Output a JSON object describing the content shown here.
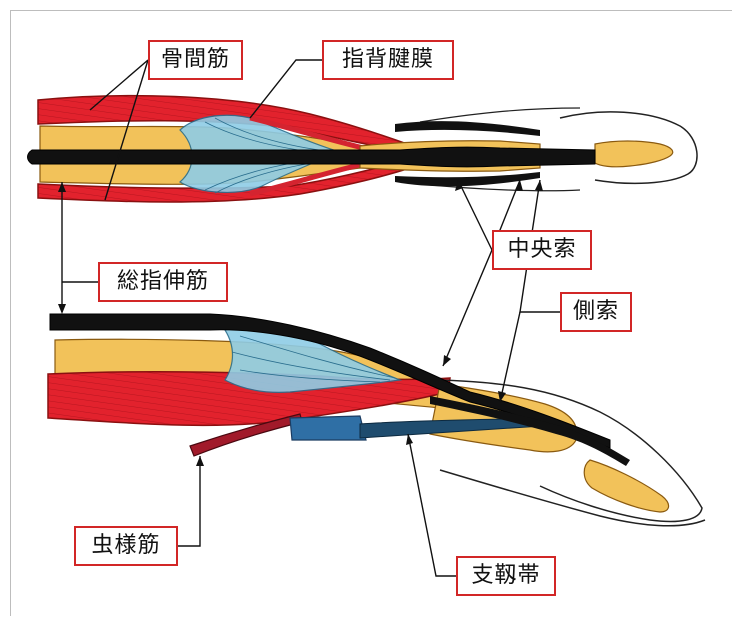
{
  "colors": {
    "muscle": "#e2222d",
    "bone": "#f2c25a",
    "tendon": "#111111",
    "membrane": "#8fcde6",
    "retinaculum": "#2f6fa5",
    "label_border": "#d22626"
  },
  "labels": {
    "interosseous": "骨間筋",
    "dorsal_aponeurosis": "指背腱膜",
    "extensor_digitorum": "総指伸筋",
    "central_slip": "中央索",
    "lateral_band": "側索",
    "lumbrical": "虫様筋",
    "retinacular_ligament": "支靱帯"
  }
}
